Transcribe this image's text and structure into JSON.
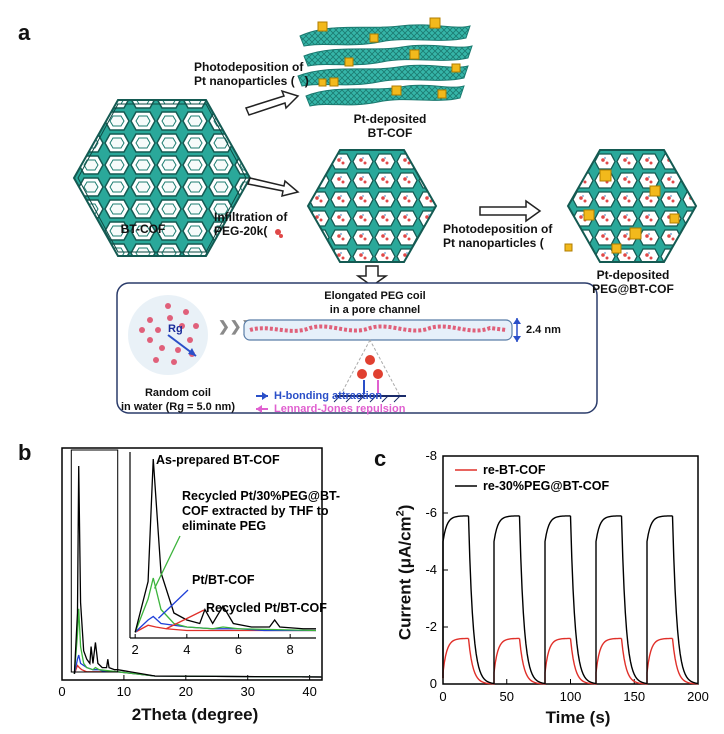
{
  "panels": {
    "a": "a",
    "b": "b",
    "c": "c"
  },
  "schematic": {
    "bt_cof": "BT-COF",
    "photodep_top": [
      "Photodeposition of",
      "Pt nanoparticles (",
      ")"
    ],
    "pt_deposited_bt": [
      "Pt-deposited",
      "BT-COF"
    ],
    "infiltration": [
      "Infiltration of",
      "PEG-20k("
    ],
    "photodep_right": [
      "Photodeposition of",
      "Pt nanoparticles ("
    ],
    "pt_deposited_peg": [
      "Pt-deposited",
      "PEG@BT-COF"
    ],
    "inset": {
      "elongated": [
        "Elongated PEG coil",
        "in a pore channel"
      ],
      "width": "2.4 nm",
      "rg": "Rg",
      "random_coil": [
        "Random coil",
        "in water (Rg = 5.0 nm)"
      ],
      "hbond": "H-bonding attraction",
      "lj": "Lennard-Jones repulsion"
    }
  },
  "chart_data": [
    {
      "type": "line",
      "panel": "b",
      "xlabel": "2Theta (degree)",
      "ylabel": "",
      "xlim": [
        0,
        42
      ],
      "xticks": [
        0,
        10,
        20,
        30,
        40
      ],
      "inset_xticks": [
        2,
        4,
        6,
        8
      ],
      "series": [
        {
          "name": "As-prepared BT-COF",
          "color": "#000000",
          "x": [
            2,
            2.5,
            2.7,
            3,
            3.5,
            4,
            4.5,
            4.7,
            5,
            5.4,
            5.8,
            6.5,
            7.2,
            7.4,
            7.6,
            8.5,
            9
          ],
          "y": [
            1,
            30,
            100,
            35,
            12,
            8,
            6,
            14,
            6,
            16,
            6,
            4,
            4,
            8,
            4,
            3,
            3
          ]
        },
        {
          "name": "Recycled Pt/30%PEG@BT-COF extracted by THF to eliminate PEG",
          "color": "#3cb43c",
          "x": [
            2,
            2.5,
            2.7,
            3,
            3.5,
            4,
            5,
            5.4,
            6,
            9
          ],
          "y": [
            1,
            20,
            32,
            14,
            6,
            4,
            3,
            4,
            3,
            2
          ]
        },
        {
          "name": "Pt/BT-COF",
          "color": "#1f3fd8",
          "x": [
            2,
            2.5,
            2.7,
            3,
            4,
            5,
            6,
            7,
            9
          ],
          "y": [
            1,
            8,
            10,
            6,
            4,
            3,
            3,
            2,
            2
          ]
        },
        {
          "name": "Recycled Pt/BT-COF",
          "color": "#e0302a",
          "x": [
            2,
            2.5,
            2.8,
            3.2,
            4,
            5,
            6,
            7,
            9
          ],
          "y": [
            1,
            5,
            4,
            3,
            2,
            2,
            2,
            2,
            2
          ]
        }
      ]
    },
    {
      "type": "line",
      "panel": "c",
      "xlabel": "Time (s)",
      "ylabel": "Current (μA/cm²)",
      "xlim": [
        0,
        200
      ],
      "ylim": [
        0,
        -8
      ],
      "xticks": [
        0,
        50,
        100,
        150,
        200
      ],
      "yticks": [
        0,
        -2,
        -4,
        -6,
        -8
      ],
      "series": [
        {
          "name": "re-BT-COF",
          "color": "#e0302a",
          "on_level": -1.6,
          "on_start": -0.4
        },
        {
          "name": "re-30%PEG@BT-COF",
          "color": "#000000",
          "on_level": -5.9,
          "on_start": -5.0
        }
      ],
      "cycles": [
        [
          0,
          20
        ],
        [
          40,
          60
        ],
        [
          80,
          100
        ],
        [
          120,
          140
        ],
        [
          160,
          180
        ]
      ]
    }
  ]
}
